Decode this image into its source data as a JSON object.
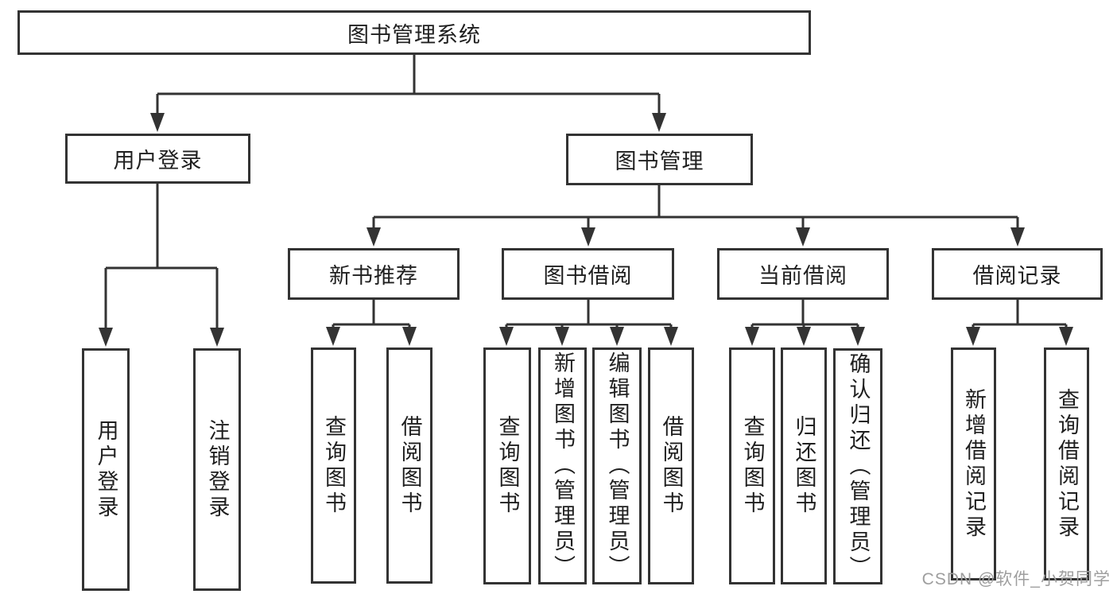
{
  "diagram_type": "hierarchy-tree",
  "tree": {
    "root": {
      "label": "图书管理系统"
    },
    "branches": [
      {
        "label": "用户登录",
        "children": [
          {
            "label": "用户登录"
          },
          {
            "label": "注销登录"
          }
        ]
      },
      {
        "label": "图书管理",
        "children": [
          {
            "label": "新书推荐",
            "children": [
              {
                "label": "查询图书"
              },
              {
                "label": "借阅图书"
              }
            ]
          },
          {
            "label": "图书借阅",
            "children": [
              {
                "label": "查询图书"
              },
              {
                "label": "新增图书（管理员）"
              },
              {
                "label": "编辑图书（管理员）"
              },
              {
                "label": "借阅图书"
              }
            ]
          },
          {
            "label": "当前借阅",
            "children": [
              {
                "label": "查询图书"
              },
              {
                "label": "归还图书"
              },
              {
                "label": "确认归还（管理员）"
              }
            ]
          },
          {
            "label": "借阅记录",
            "children": [
              {
                "label": "新增借阅记录"
              },
              {
                "label": "查询借阅记录"
              }
            ]
          }
        ]
      }
    ]
  },
  "watermark": {
    "text": "CSDN @软件_小贺同学"
  },
  "colors": {
    "line": "#333333",
    "box_border": "#333333",
    "box_fill": "#ffffff",
    "text": "#1f1f1f",
    "watermark": "#9e9e9e",
    "background": "#ffffff"
  }
}
